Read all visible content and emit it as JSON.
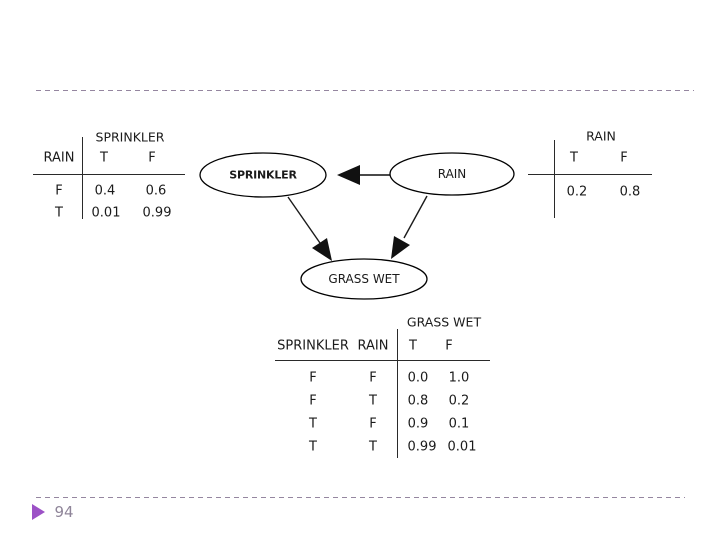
{
  "page": {
    "number": "94"
  },
  "colors": {
    "background": "#ffffff",
    "text": "#1b1b1b",
    "dashed_line": "#9586a0",
    "table_rule": "#2a2a2a",
    "node_stroke": "#000000",
    "arrow_fill": "#111111",
    "arrow_line": "#4a4a4a",
    "page_triangle": "#9c51c6",
    "page_number": "#8f8599"
  },
  "diagram": {
    "nodes": [
      {
        "label": "SPRINKLER"
      },
      {
        "label": "RAIN"
      },
      {
        "label": "GRASS WET"
      }
    ],
    "edges": [
      "RAIN to SPRINKLER",
      "SPRINKLER to GRASS WET",
      "RAIN to GRASS WET"
    ]
  },
  "sprinkler_table": {
    "title": "SPRINKLER",
    "row_dim": "RAIN",
    "cols": [
      "T",
      "F"
    ],
    "rows": [
      {
        "label": "F",
        "values": [
          "0.4",
          "0.6"
        ]
      },
      {
        "label": "T",
        "values": [
          "0.01",
          "0.99"
        ]
      }
    ]
  },
  "rain_table": {
    "title": "RAIN",
    "cols": [
      "T",
      "F"
    ],
    "values": [
      "0.2",
      "0.8"
    ]
  },
  "grass_table": {
    "title": "GRASS WET",
    "col_headers": [
      "SPRINKLER",
      "RAIN",
      "T",
      "F"
    ],
    "rows": [
      [
        "F",
        "F",
        "0.0",
        "1.0"
      ],
      [
        "F",
        "T",
        "0.8",
        "0.2"
      ],
      [
        "T",
        "F",
        "0.9",
        "0.1"
      ],
      [
        "T",
        "T",
        "0.99",
        "0.01"
      ]
    ]
  }
}
